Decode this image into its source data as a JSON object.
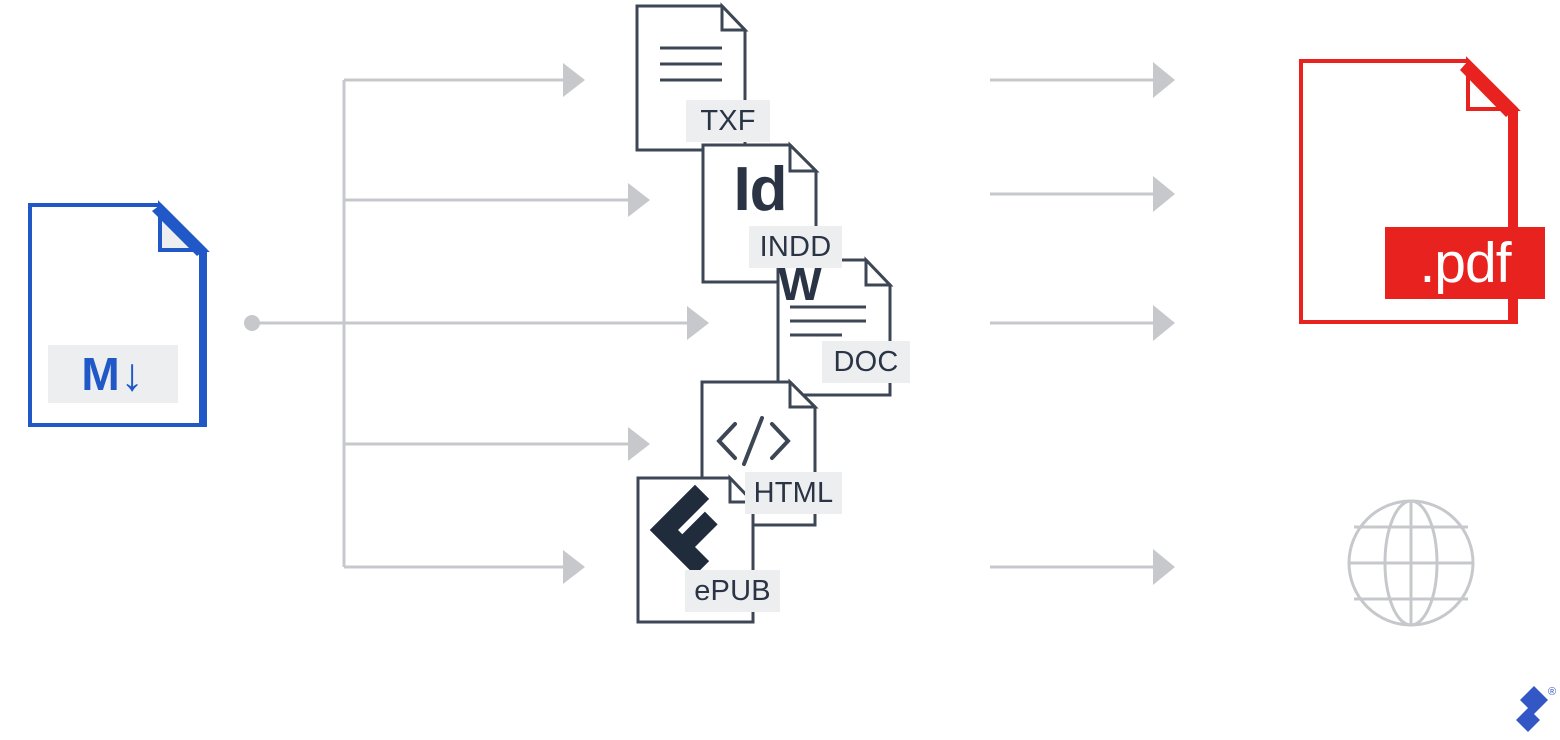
{
  "diagram": {
    "title": "Markdown to multi-format publishing pipeline",
    "background_color": "#ffffff",
    "colors": {
      "connector_gray": "#c6c8cc",
      "file_outline_slate": "#3d4655",
      "markdown_blue": "#2058c8",
      "pdf_red": "#e8221f",
      "chip_gray": "#eceef0",
      "globe_gray": "#c6c8cc",
      "logo_blue": "#3358c5"
    }
  },
  "source": {
    "name": "markdown-file",
    "label": "M↓",
    "icon": "markdown-file-icon",
    "color": "#2058c8"
  },
  "intermediates": [
    {
      "name": "txf-file",
      "label": "TXF",
      "icon": "text-file-icon",
      "glyph": ""
    },
    {
      "name": "indd-file",
      "label": "INDD",
      "icon": "indesign-file-icon",
      "glyph": "Id"
    },
    {
      "name": "doc-file",
      "label": "DOC",
      "icon": "word-file-icon",
      "glyph": "W"
    },
    {
      "name": "html-file",
      "label": "HTML",
      "icon": "code-file-icon",
      "glyph": "</>"
    },
    {
      "name": "epub-file",
      "label": "ePUB",
      "icon": "epub-file-icon",
      "glyph": ""
    }
  ],
  "outputs": [
    {
      "name": "pdf-file",
      "label": ".pdf",
      "icon": "pdf-file-icon",
      "color": "#e8221f"
    },
    {
      "name": "web-globe",
      "label": "",
      "icon": "globe-icon",
      "color": "#c6c8cc"
    }
  ],
  "connectors": {
    "junction_label": "source-junction-dot",
    "left_branch_count": 5,
    "right_arrow_count": 4
  },
  "watermark": {
    "name": "brand-logo",
    "label": "®",
    "color": "#3358c5"
  }
}
